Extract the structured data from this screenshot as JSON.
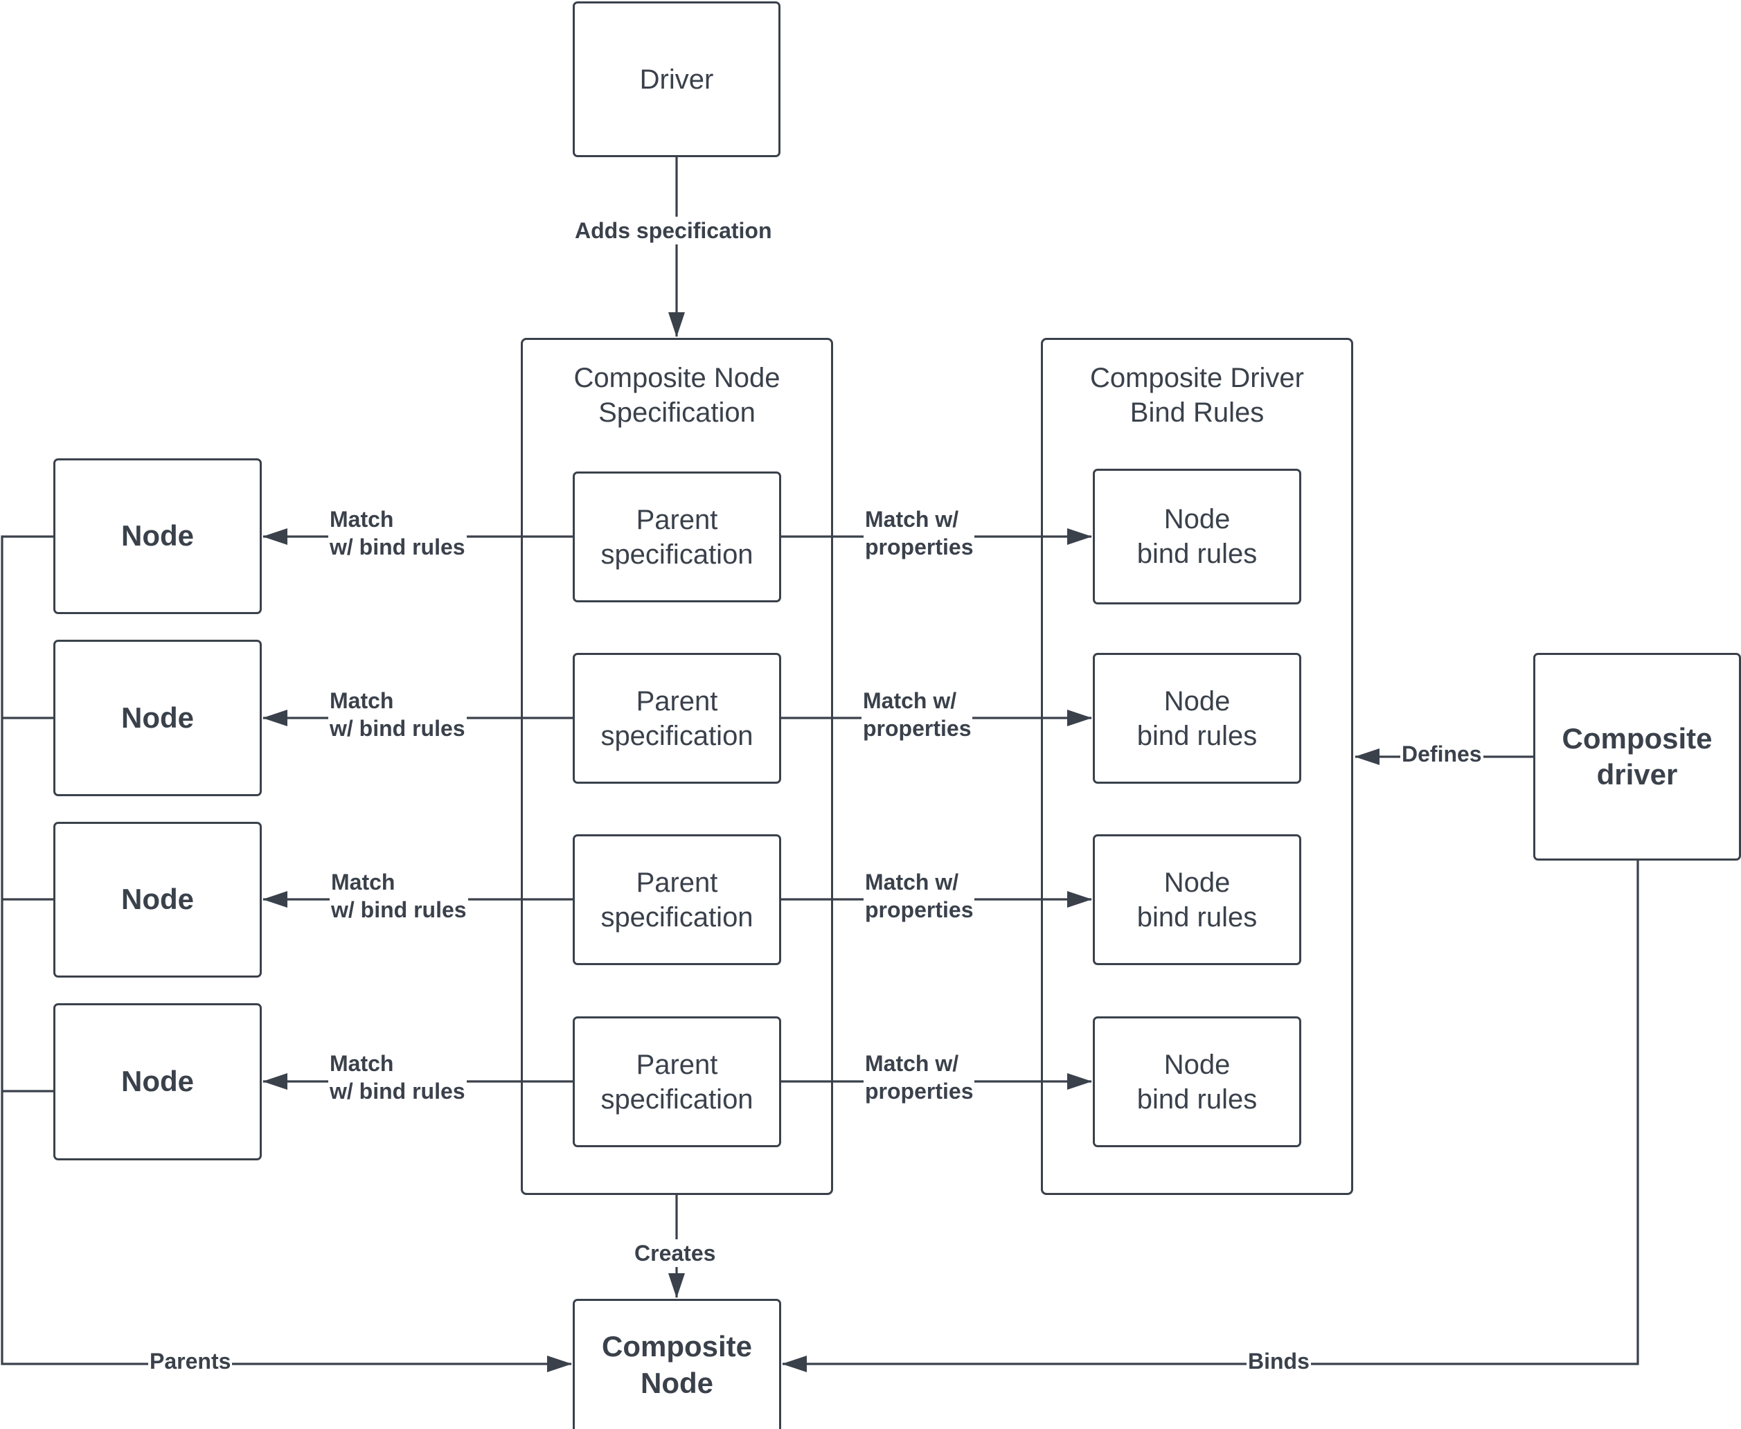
{
  "nodes": {
    "driver": "Driver",
    "composite_node_spec_title": "Composite Node\nSpecification",
    "composite_driver_bind_rules_title": "Composite Driver\nBind Rules",
    "node": "Node",
    "parent_specification": "Parent\nspecification",
    "node_bind_rules": "Node\nbind rules",
    "composite_driver": "Composite\ndriver",
    "composite_node": "Composite\nNode"
  },
  "edges": {
    "adds_specification": "Adds specification",
    "match_bind_rules": "Match\nw/ bind rules",
    "match_properties": "Match w/\nproperties",
    "defines": "Defines",
    "creates": "Creates",
    "parents": "Parents",
    "binds": "Binds"
  },
  "colors": {
    "stroke": "#3a414b",
    "background": "#ffffff"
  }
}
